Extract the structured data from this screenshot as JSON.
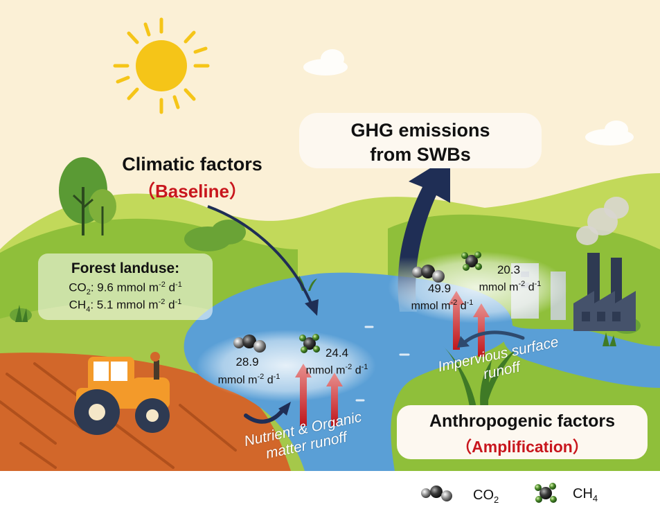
{
  "title": {
    "line1": "GHG emissions",
    "line2": "from SWBs"
  },
  "climatic": {
    "line1": "Climatic factors",
    "line2": "（Baseline）"
  },
  "anthropogenic": {
    "line1": "Anthropogenic factors",
    "line2": "（Amplification）"
  },
  "forest": {
    "heading": "Forest landuse:",
    "co2_prefix": "CO",
    "co2_sub": "2",
    "co2_text": ": 9.6 mmol m",
    "co2_exp1": "-2",
    "co2_mid": " d",
    "co2_exp2": "-1",
    "ch4_prefix": "CH",
    "ch4_sub": "4",
    "ch4_text": ": 5.1 mmol m",
    "ch4_exp1": "-2",
    "ch4_mid": " d",
    "ch4_exp2": "-1"
  },
  "agri": {
    "co2_value": "28.9",
    "co2_unit": "mmol m",
    "co2_exp1": "-2",
    "co2_mid": " d",
    "co2_exp2": "-1",
    "ch4_value": "24.4",
    "ch4_unit": "mmol m",
    "ch4_exp1": "-2",
    "ch4_mid": " d",
    "ch4_exp2": "-1",
    "runoff_line1": "Nutrient & Organic",
    "runoff_line2": "matter runoff"
  },
  "urban": {
    "co2_value": "49.9",
    "co2_unit": "mmol m",
    "co2_exp1": "-2",
    "co2_mid": " d",
    "co2_exp2": "-1",
    "ch4_value": "20.3",
    "ch4_unit": "mmol m",
    "ch4_exp1": "-2",
    "ch4_mid": " d",
    "ch4_exp2": "-1",
    "runoff_line1": "Impervious surface",
    "runoff_line2": "runoff"
  },
  "legend": {
    "co2": "CO",
    "co2_sub": "2",
    "ch4": "CH",
    "ch4_sub": "4"
  },
  "colors": {
    "sky": "#fbf0d6",
    "sun": "#f5c518",
    "hill_dark": "#8fbf3a",
    "hill_light": "#c2d95a",
    "field": "#d2672a",
    "water": "#5a9fd6",
    "arrow_navy": "#1f2e55",
    "arrow_red": "#c0161b",
    "accent_red": "#c8161d",
    "tractor": "#f39a2a"
  }
}
